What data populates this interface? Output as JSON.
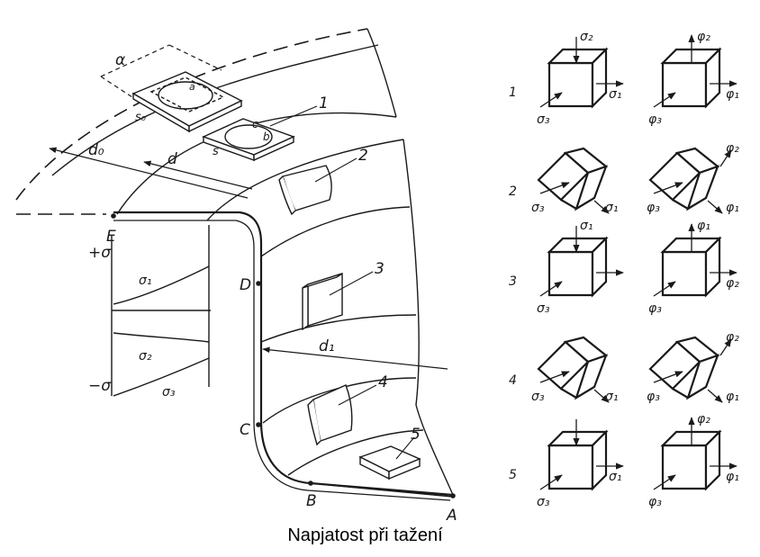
{
  "caption": "Napjatost při tažení",
  "points": {
    "A": "A",
    "B": "B",
    "C": "C",
    "D": "D",
    "E": "E"
  },
  "dims": {
    "d0": "d₀",
    "d": "d",
    "d1": "d₁",
    "alpha": "α",
    "s0": "s₀",
    "s": "s",
    "a": "a",
    "b": "b",
    "c": "c"
  },
  "graph": {
    "plus": "+σ",
    "minus": "−σ",
    "s1": "σ₁",
    "s2": "σ₂",
    "s3": "σ₃"
  },
  "zone_labels": [
    "1",
    "2",
    "3",
    "4",
    "5"
  ],
  "stress": {
    "sigma1": "σ₁",
    "sigma2": "σ₂",
    "sigma3": "σ₃"
  },
  "strain": {
    "phi1": "φ₁",
    "phi2": "φ₂",
    "phi3": "φ₃"
  },
  "rows": [
    {
      "label": "1",
      "stress": [
        "σ₂",
        "σ₁",
        "σ₃"
      ],
      "strain": [
        "φ₂",
        "φ₁",
        "φ₃"
      ]
    },
    {
      "label": "2",
      "stress": [
        "σ₃",
        "σ₁"
      ],
      "strain": [
        "φ₂",
        "φ₃",
        "φ₁"
      ]
    },
    {
      "label": "3",
      "stress": [
        "σ₁",
        "σ₃"
      ],
      "strain": [
        "φ₁",
        "φ₂",
        "φ₃"
      ]
    },
    {
      "label": "4",
      "stress": [
        "σ₃",
        "σ₁"
      ],
      "strain": [
        "φ₂",
        "φ₃",
        "φ₁"
      ]
    },
    {
      "label": "5",
      "stress": [
        "σ₁",
        "σ₃"
      ],
      "strain": [
        "φ₂",
        "φ₁",
        "φ₃"
      ]
    }
  ]
}
